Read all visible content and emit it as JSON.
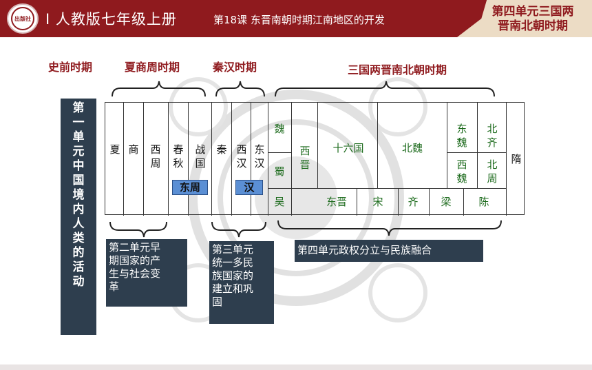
{
  "header": {
    "book_title": "I 人教版七年级上册",
    "lesson_title": "第18课 东晋南朝时期江南地区的开发",
    "unit_title": "第四单元三国两\n晋南北朝时期",
    "logo_text": "出版社"
  },
  "eras": {
    "prehistoric": "史前时期",
    "xia_shang_zhou": "夏商周时期",
    "qin_han": "秦汉时期",
    "three_kingdoms": "三国两晋南北朝时期"
  },
  "unit1": "第\n一\n单\n元\n中\n国\n境\n内\n人\n类\n的\n活\n动",
  "timeline": {
    "xia": "夏",
    "shang": "商",
    "west_zhou": "西\n周",
    "spring_autumn": "春\n秋",
    "warring_states": "战\n国",
    "east_zhou_tag": "东周",
    "qin": "秦",
    "west_han": "西\n汉",
    "east_han": "东\n汉",
    "han_tag": "汉",
    "wei": "魏",
    "shu": "蜀",
    "wu": "吴",
    "west_jin": "西\n晋",
    "sixteen_kingdoms": "十六国",
    "north_wei": "北魏",
    "east_wei": "东\n魏",
    "north_qi": "北\n齐",
    "west_wei": "西\n魏",
    "north_zhou": "北\n周",
    "sui": "隋",
    "east_jin": "东晋",
    "song": "宋",
    "qi": "齐",
    "liang": "梁",
    "chen": "陈"
  },
  "units": {
    "unit2": "第二单元早\n期国家的产\n生与社会变\n革",
    "unit3": "第三单元\n统一多民\n族国家的\n建立和巩\n固",
    "unit4": "第四单元政权分立与民族融合"
  },
  "colors": {
    "header": "#8f1a1e",
    "unit_box": "#2e3e4e",
    "tag": "#5b8fd4",
    "era_text": "#8f1a1e",
    "green_text": "#1d6b1d"
  }
}
